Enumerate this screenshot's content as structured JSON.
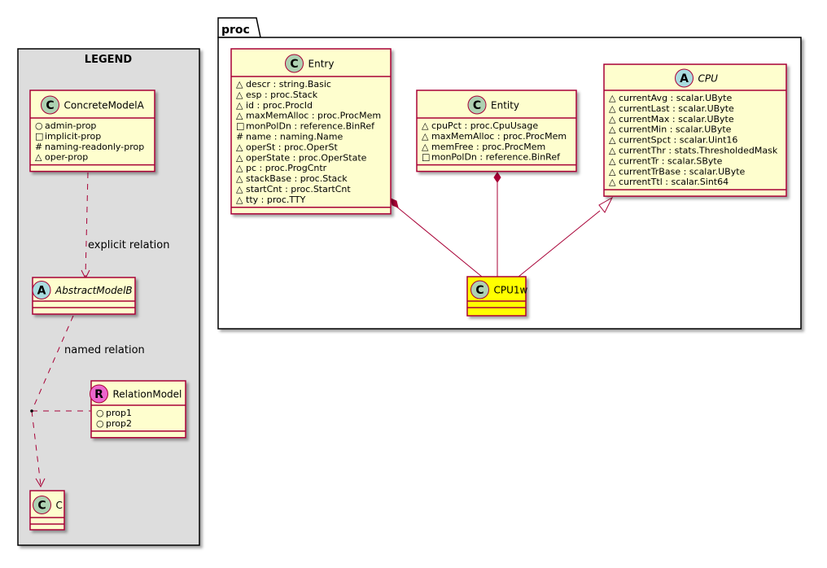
{
  "legend": {
    "title": "LEGEND",
    "concrete": {
      "stereo": "C",
      "name": "ConcreteModelA",
      "attrs": [
        {
          "vis": "○",
          "text": "admin-prop"
        },
        {
          "vis": "□",
          "text": "implicit-prop"
        },
        {
          "vis": "#",
          "text": "naming-readonly-prop"
        },
        {
          "vis": "△",
          "text": "oper-prop"
        }
      ]
    },
    "abstract": {
      "stereo": "A",
      "name": "AbstractModelB"
    },
    "relation": {
      "stereo": "R",
      "name": "RelationModel",
      "attrs": [
        {
          "vis": "○",
          "text": "prop1"
        },
        {
          "vis": "○",
          "text": "prop2"
        }
      ]
    },
    "c": {
      "stereo": "C",
      "name": "C"
    },
    "explicit_label": "explicit relation",
    "named_label": "named relation"
  },
  "package": {
    "name": "proc",
    "entry": {
      "stereo": "C",
      "name": "Entry",
      "attrs": [
        {
          "vis": "△",
          "text": "descr : string.Basic"
        },
        {
          "vis": "△",
          "text": "esp : proc.Stack"
        },
        {
          "vis": "△",
          "text": "id : proc.ProcId"
        },
        {
          "vis": "△",
          "text": "maxMemAlloc : proc.ProcMem"
        },
        {
          "vis": "□",
          "text": "monPolDn : reference.BinRef"
        },
        {
          "vis": "#",
          "text": "name : naming.Name"
        },
        {
          "vis": "△",
          "text": "operSt : proc.OperSt"
        },
        {
          "vis": "△",
          "text": "operState : proc.OperState"
        },
        {
          "vis": "△",
          "text": "pc : proc.ProgCntr"
        },
        {
          "vis": "△",
          "text": "stackBase : proc.Stack"
        },
        {
          "vis": "△",
          "text": "startCnt : proc.StartCnt"
        },
        {
          "vis": "△",
          "text": "tty : proc.TTY"
        }
      ]
    },
    "entity": {
      "stereo": "C",
      "name": "Entity",
      "attrs": [
        {
          "vis": "△",
          "text": "cpuPct : proc.CpuUsage"
        },
        {
          "vis": "△",
          "text": "maxMemAlloc : proc.ProcMem"
        },
        {
          "vis": "△",
          "text": "memFree : proc.ProcMem"
        },
        {
          "vis": "□",
          "text": "monPolDn : reference.BinRef"
        }
      ]
    },
    "cpu": {
      "stereo": "A",
      "name": "CPU",
      "attrs": [
        {
          "vis": "△",
          "text": "currentAvg : scalar.UByte"
        },
        {
          "vis": "△",
          "text": "currentLast : scalar.UByte"
        },
        {
          "vis": "△",
          "text": "currentMax : scalar.UByte"
        },
        {
          "vis": "△",
          "text": "currentMin : scalar.UByte"
        },
        {
          "vis": "△",
          "text": "currentSpct : scalar.Uint16"
        },
        {
          "vis": "△",
          "text": "currentThr : stats.ThresholdedMask"
        },
        {
          "vis": "△",
          "text": "currentTr : scalar.SByte"
        },
        {
          "vis": "△",
          "text": "currentTrBase : scalar.UByte"
        },
        {
          "vis": "△",
          "text": "currentTtl : scalar.Sint64"
        }
      ]
    },
    "cpu1w": {
      "stereo": "C",
      "name": "CPU1w"
    }
  },
  "colors": {
    "class_fill": "#FEFECE",
    "border": "#A80036",
    "highlight": "#FFFF00",
    "legend_bg": "#DDDDDD",
    "circle_class": "#ADD1B2",
    "circle_abstract": "#A9DCDF",
    "circle_relation": "#EB66CC"
  }
}
